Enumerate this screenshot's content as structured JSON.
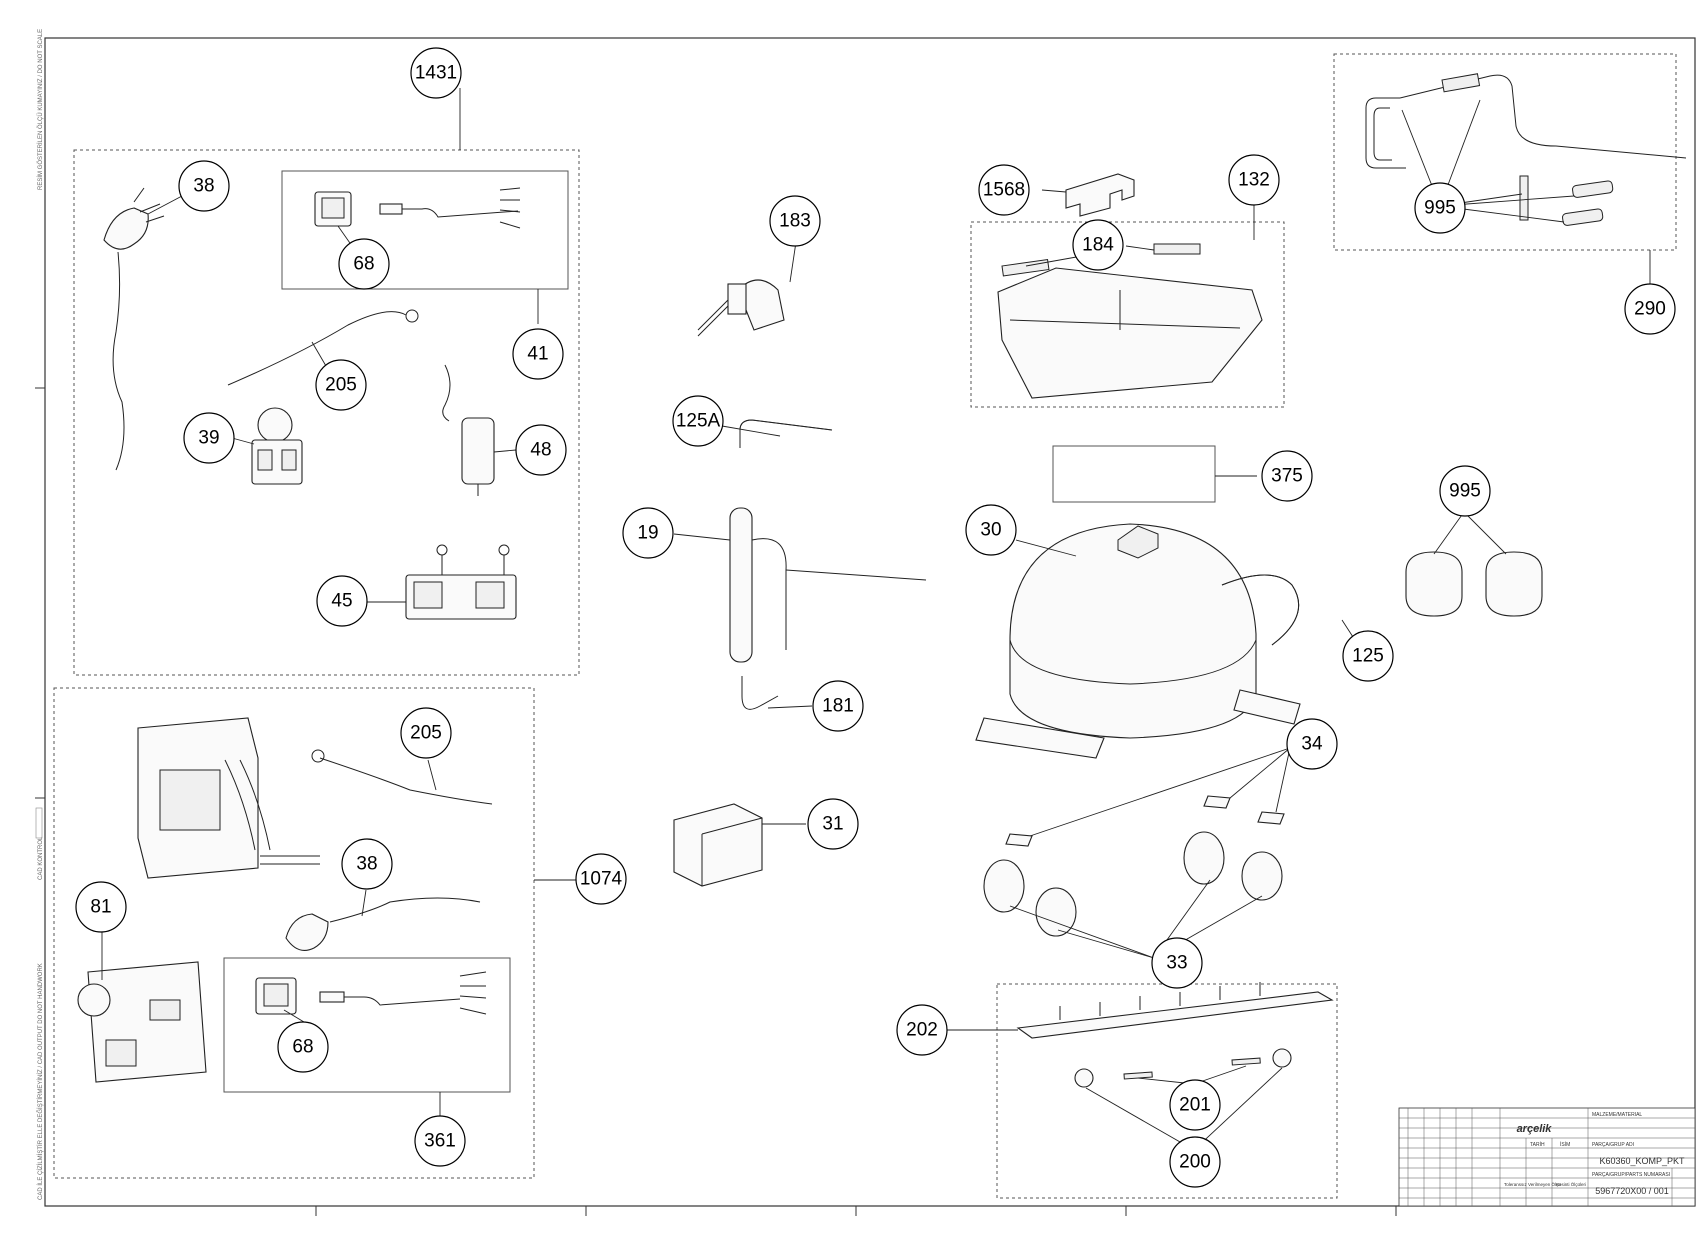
{
  "drawing": {
    "callouts": {
      "c1431": "1431",
      "c38a": "38",
      "c68a": "68",
      "c41": "41",
      "c205a": "205",
      "c39": "39",
      "c48": "48",
      "c45": "45",
      "c183": "183",
      "c125A": "125A",
      "c19": "19",
      "c181": "181",
      "c31": "31",
      "c1568": "1568",
      "c132": "132",
      "c184": "184",
      "c375": "375",
      "c30": "30",
      "c125": "125",
      "c34": "34",
      "c33": "33",
      "c202": "202",
      "c201": "201",
      "c200": "200",
      "c995a": "995",
      "c290": "290",
      "c995b": "995",
      "c205b": "205",
      "c1074": "1074",
      "c38b": "38",
      "c81": "81",
      "c68b": "68",
      "c361": "361"
    },
    "title_block": {
      "brand": "arçelik",
      "material_label": "MALZEME/MATERIAL",
      "part_name_label": "PARÇA/GRUP ADI",
      "part_name": "K60360_KOMP_PKT",
      "part_number_label": "PARÇA/GRUP/PARTS NUMARASI",
      "part_number": "5967720X00 / 001",
      "date_label": "TARİH",
      "name_label": "İSİM",
      "tolerance_label": "Toleranssız Verilmeyen Ölçü",
      "scale_label": "Kesinti Ölçüleri"
    },
    "margin_notes": {
      "top": "RESİM GÖSTERİLEN ÖLÇÜ KUMAYINIZ / DO NOT SCALE",
      "middle": "CAD KONTROL",
      "bottom": "CAD İLE ÇİZİLMİŞTİR ELLE DEĞİŞTİRMEYİNİZ / CAD OUTPUT DO NOT HANDWORK"
    }
  }
}
